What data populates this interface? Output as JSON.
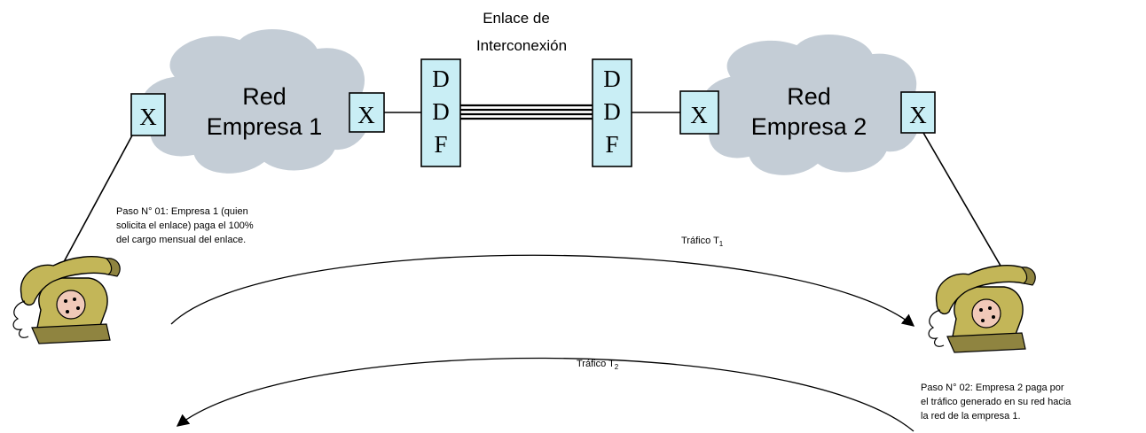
{
  "title": "Enlace de Interconexión",
  "title_lines": [
    "Enlace de",
    "Interconexión"
  ],
  "networks": [
    {
      "lines": [
        "Red",
        "Empresa 1"
      ]
    },
    {
      "lines": [
        "Red",
        "Empresa 2"
      ]
    }
  ],
  "switch_label": "X",
  "ddf_letters": [
    "D",
    "D",
    "F"
  ],
  "traffic_labels": [
    {
      "base": "Tráfico T",
      "sub": "1"
    },
    {
      "base": "Tráfico T",
      "sub": "2"
    }
  ],
  "notes": {
    "step1": [
      "Paso N° 01: Empresa 1 (quien",
      "solicita el enlace) paga el 100%",
      "del cargo mensual del enlace."
    ],
    "step2": [
      "Paso N° 02: Empresa 2 paga por",
      "el tráfico generado en su red hacia",
      "la red de la empresa 1."
    ]
  },
  "icons": {
    "telephone_left": "telephone-icon",
    "telephone_right": "telephone-icon",
    "cloud": "cloud-icon"
  },
  "colors": {
    "cloud": "#c4cdd6",
    "switch_fill": "#c9eef5",
    "phone_body": "#c3b658"
  }
}
